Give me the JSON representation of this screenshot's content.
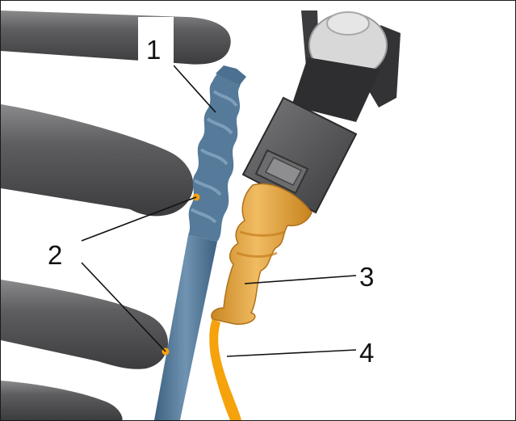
{
  "callouts": [
    {
      "id": "1",
      "label": "1"
    },
    {
      "id": "2",
      "label": "2"
    },
    {
      "id": "3",
      "label": "3"
    },
    {
      "id": "4",
      "label": "4"
    }
  ],
  "colors": {
    "drill_bit": "#4f7493",
    "boot": "#e3a544",
    "wire": "#f5a20c",
    "marker_dot": "#f5a20c",
    "spring": "#5b5b5d",
    "connector": "#4a4a4c",
    "background": "#ffffff"
  }
}
